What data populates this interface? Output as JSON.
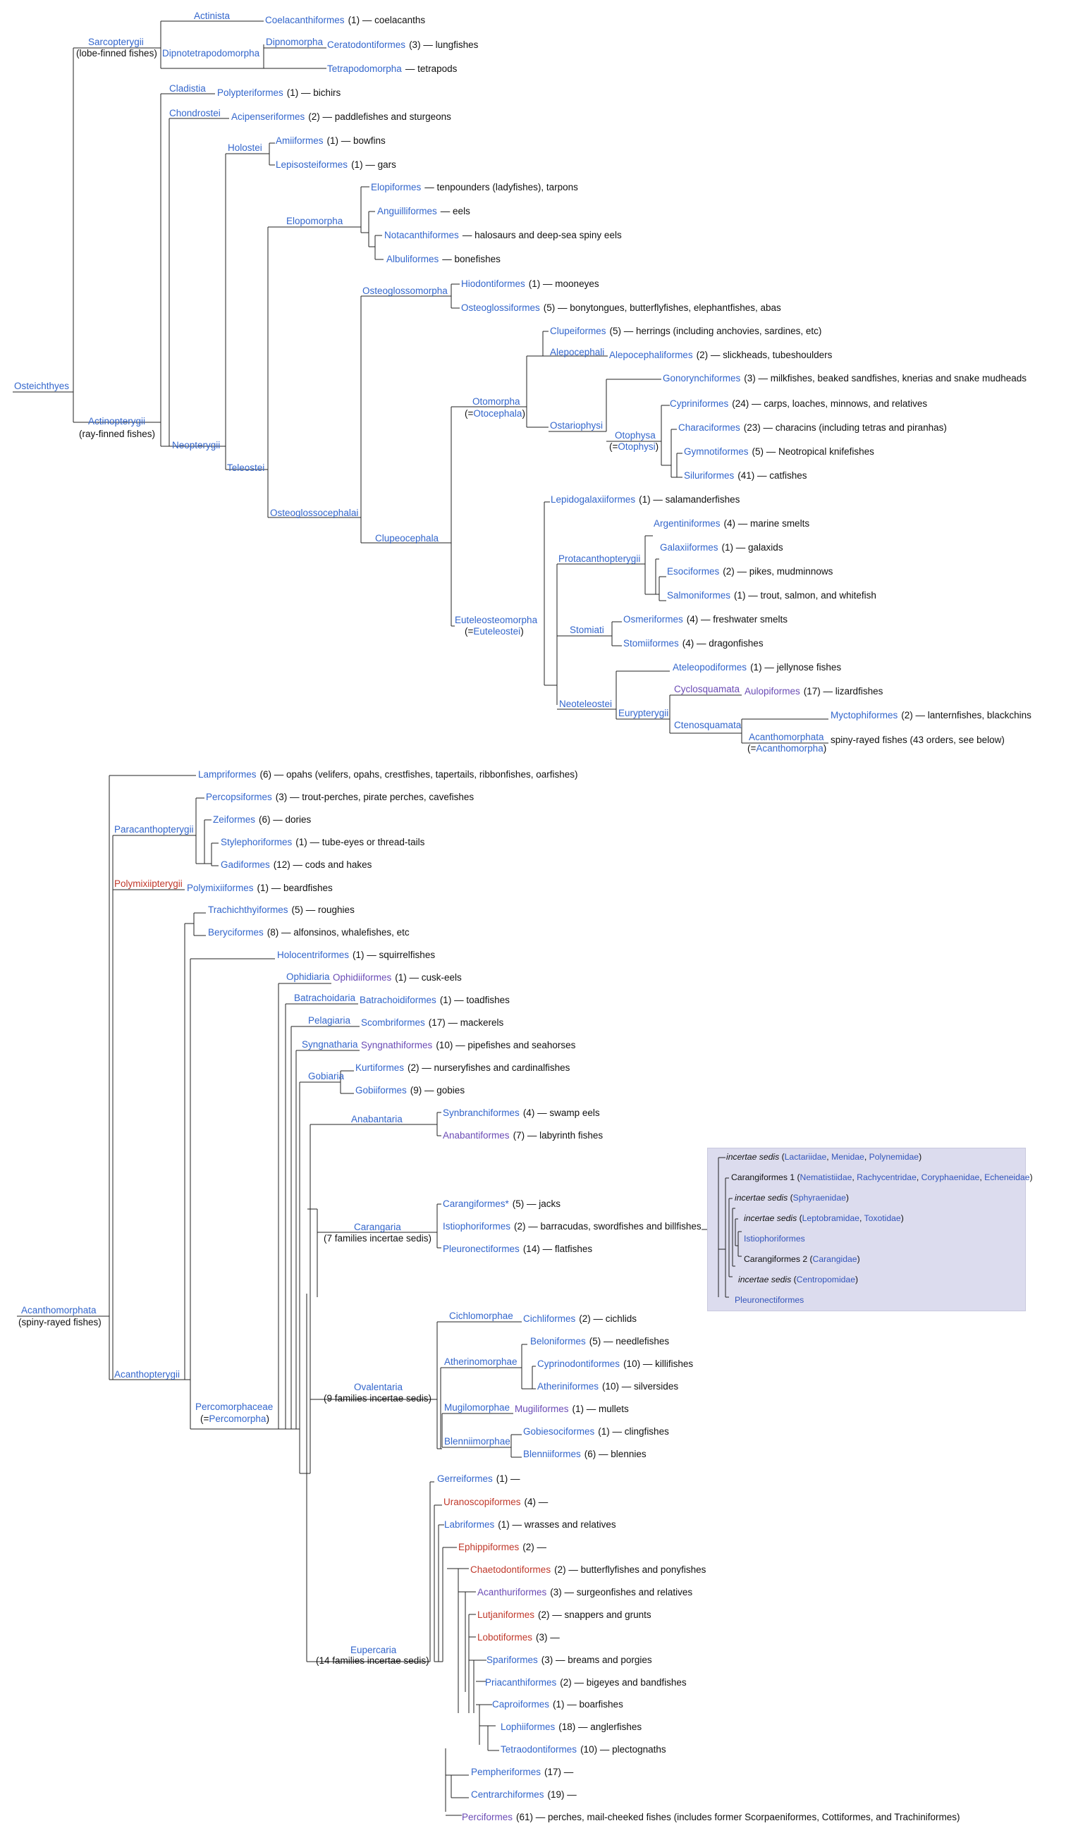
{
  "colors": {
    "line": "#222222",
    "link": "#3366cc",
    "link_purple": "#6b4bb5",
    "link_red": "#c0392b",
    "text": "#111111",
    "panel_bg": "#dcdcee"
  },
  "top": {
    "root": "Osteichthyes",
    "sarcopterygii": "Sarcopterygii",
    "sarcopterygii_sub": "(lobe-finned fishes)",
    "actinista": "Actinista",
    "coelacanthiformes": "Coelacanthiformes",
    "coelacanthiformes_desc": "(1) — coelacanths",
    "dipnotetrapodomorpha": "Dipnotetrapodomorpha",
    "dipnomorpha": "Dipnomorpha",
    "ceratodontiformes": "Ceratodontiformes",
    "ceratodontiformes_desc": "(3) — lungfishes",
    "tetrapodomorpha": "Tetrapodomorpha",
    "tetrapodomorpha_desc": "— tetrapods",
    "actinopterygii": "Actinopterygii",
    "actinopterygii_sub": "(ray-finned fishes)",
    "cladistia": "Cladistia",
    "polypteriformes": "Polypteriformes",
    "polypteriformes_desc": "(1) — bichirs",
    "chondrostei": "Chondrostei",
    "acipenseriformes": "Acipenseriformes",
    "acipenseriformes_desc": "(2) — paddlefishes and sturgeons",
    "neopterygii": "Neopterygii",
    "holostei": "Holostei",
    "amiiformes": "Amiiformes",
    "amiiformes_desc": "(1) — bowfins",
    "lepisosteiformes": "Lepisosteiformes",
    "lepisosteiformes_desc": "(1) — gars",
    "teleostei": "Teleostei",
    "elopomorpha": "Elopomorpha",
    "elopiformes": "Elopiformes",
    "elopiformes_desc": "— tenpounders (ladyfishes), tarpons",
    "anguilliformes": "Anguilliformes",
    "anguilliformes_desc": "— eels",
    "notacanthiformes": "Notacanthiformes",
    "notacanthiformes_desc": "— halosaurs and deep-sea spiny eels",
    "albuliformes": "Albuliformes",
    "albuliformes_desc": "— bonefishes",
    "osteoglossocephalai": "Osteoglossocephalai",
    "osteoglossomorpha": "Osteoglossomorpha",
    "hiodontiformes": "Hiodontiformes",
    "hiodontiformes_desc": "(1) — mooneyes",
    "osteoglossiformes": "Osteoglossiformes",
    "osteoglossiformes_desc": "(5) — bonytongues, butterflyfishes, elephantfishes, abas",
    "clupeocephala": "Clupeocephala",
    "otomorpha": "Otomorpha",
    "otomorpha_syn_pre": "(=",
    "otomorpha_syn": "Otocephala",
    "otomorpha_syn_post": ")",
    "clupeiformes": "Clupeiformes",
    "clupeiformes_desc": "(5) — herrings (including anchovies, sardines, etc)",
    "alepocephali": "Alepocephali",
    "alepocephaliformes": "Alepocephaliformes",
    "alepocephaliformes_desc": "(2) — slickheads, tubeshoulders",
    "ostariophysi": "Ostariophysi",
    "gonorynchiformes": "Gonorynchiformes",
    "gonorynchiformes_desc": "(3) — milkfishes, beaked sandfishes, knerias and snake mudheads",
    "otophysa": "Otophysa",
    "otophysa_syn_pre": "(=",
    "otophysa_syn": "Otophysi",
    "otophysa_syn_post": ")",
    "cypriniformes": "Cypriniformes",
    "cypriniformes_desc": "(24) — carps, loaches, minnows, and relatives",
    "characiformes": "Characiformes",
    "characiformes_desc": "(23) — characins (including tetras and piranhas)",
    "gymnotiformes": "Gymnotiformes",
    "gymnotiformes_desc": "(5) — Neotropical knifefishes",
    "siluriformes": "Siluriformes",
    "siluriformes_desc": "(41) — catfishes",
    "euteleosteomorpha": "Euteleosteomorpha",
    "euteleosteomorpha_syn_pre": "(=",
    "euteleosteomorpha_syn": "Euteleostei",
    "euteleosteomorpha_syn_post": ")",
    "lepidogalaxiiformes": "Lepidogalaxiiformes",
    "lepidogalaxiiformes_desc": "(1) — salamanderfishes",
    "protacanthopterygii": "Protacanthopterygii",
    "argentiniformes": "Argentiniformes",
    "argentiniformes_desc": "(4) — marine smelts",
    "galaxiiformes": "Galaxiiformes",
    "galaxiiformes_desc": "(1) — galaxids",
    "esociformes": "Esociformes",
    "esociformes_desc": "(2) — pikes, mudminnows",
    "salmoniformes": "Salmoniformes",
    "salmoniformes_desc": "(1) — trout, salmon, and whitefish",
    "stomiati": "Stomiati",
    "osmeriformes": "Osmeriformes",
    "osmeriformes_desc": "(4) — freshwater smelts",
    "stomiiformes": "Stomiiformes",
    "stomiiformes_desc": "(4) — dragonfishes",
    "neoteleostei": "Neoteleostei",
    "ateleopodiformes": "Ateleopodiformes",
    "ateleopodiformes_desc": "(1) — jellynose fishes",
    "eurypterygii": "Eurypterygii",
    "cyclosquamata": "Cyclosquamata",
    "aulopiformes": "Aulopiformes",
    "aulopiformes_desc": "(17) — lizardfishes",
    "ctenosquamata": "Ctenosquamata",
    "myctophiformes": "Myctophiformes",
    "myctophiformes_desc": "(2) — lanternfishes, blackchins",
    "acanthomorphata": "Acanthomorphata",
    "acanthomorphata_syn_pre": "(=",
    "acanthomorphata_syn": "Acanthomorpha",
    "acanthomorphata_syn_post": ")",
    "acanthomorphata_desc": "spiny-rayed fishes (43 orders, see below)"
  },
  "bottom": {
    "root": "Acanthomorphata",
    "root_sub": "(spiny-rayed fishes)",
    "lampriformes": "Lampriformes",
    "lampriformes_desc": "(6) — opahs (velifers, opahs, crestfishes, tapertails, ribbonfishes, oarfishes)",
    "paracanthopterygii": "Paracanthopterygii",
    "percopsiformes": "Percopsiformes",
    "percopsiformes_desc": "(3) — trout-perches, pirate perches, cavefishes",
    "zeiformes": "Zeiformes",
    "zeiformes_desc": "(6) — dories",
    "stylephoriformes": "Stylephoriformes",
    "stylephoriformes_desc": "(1) — tube-eyes or thread-tails",
    "gadiformes": "Gadiformes",
    "gadiformes_desc": "(12) — cods and hakes",
    "polymixiipterygii": "Polymixiipterygii",
    "polymixiiformes": "Polymixiiformes",
    "polymixiiformes_desc": "(1) — beardfishes",
    "acanthopterygii": "Acanthopterygii",
    "trachichthyiformes": "Trachichthyiformes",
    "trachichthyiformes_desc": "(5) — roughies",
    "beryciformes": "Beryciformes",
    "beryciformes_desc": "(8) — alfonsinos, whalefishes, etc",
    "holocentriformes": "Holocentriformes",
    "holocentriformes_desc": "(1) — squirrelfishes",
    "percomorphaceae": "Percomorphaceae",
    "percomorphaceae_syn_pre": "(=",
    "percomorphaceae_syn": "Percomorpha",
    "percomorphaceae_syn_post": ")",
    "ophidiaria": "Ophidiaria",
    "ophidiiformes": "Ophidiiformes",
    "ophidiiformes_desc": "(1) — cusk-eels",
    "batrachoidaria": "Batrachoidaria",
    "batrachoidiformes": "Batrachoidiformes",
    "batrachoidiformes_desc": "(1) — toadfishes",
    "pelagiaria": "Pelagiaria",
    "scombriformes": "Scombriformes",
    "scombriformes_desc": "(17) — mackerels",
    "syngnatharia": "Syngnatharia",
    "syngnathiformes": "Syngnathiformes",
    "syngnathiformes_desc": "(10) — pipefishes and seahorses",
    "gobiaria": "Gobiaria",
    "kurtiformes": "Kurtiformes",
    "kurtiformes_desc": "(2) — nurseryfishes and cardinalfishes",
    "gobiiformes": "Gobiiformes",
    "gobiiformes_desc": "(9) — gobies",
    "anabantaria": "Anabantaria",
    "synbranchiformes": "Synbranchiformes",
    "synbranchiformes_desc": "(4) — swamp eels",
    "anabantiformes": "Anabantiformes",
    "anabantiformes_desc": "(7) — labyrinth fishes",
    "carangaria": "Carangaria",
    "carangaria_sub": "(7 families incertae sedis)",
    "carangiformes": "Carangiformes*",
    "carangiformes_desc": "(5) — jacks",
    "istiophoriformes": "Istiophoriformes",
    "istiophoriformes_desc": "(2) — barracudas, swordfishes and billfishes",
    "pleuronectiformes": "Pleuronectiformes",
    "pleuronectiformes_desc": "(14) — flatfishes",
    "ovalentaria": "Ovalentaria",
    "ovalentaria_sub": "(9 families incertae sedis)",
    "cichlomorphae": "Cichlomorphae",
    "cichliformes": "Cichliformes",
    "cichliformes_desc": "(2) — cichlids",
    "atherinomorphae": "Atherinomorphae",
    "beloniformes": "Beloniformes",
    "beloniformes_desc": "(5) — needlefishes",
    "cyprinodontiformes": "Cyprinodontiformes",
    "cyprinodontiformes_desc": "(10) — killifishes",
    "atheriniformes": "Atheriniformes",
    "atheriniformes_desc": "(10) — silversides",
    "mugilomorphae": "Mugilomorphae",
    "mugiliformes": "Mugiliformes",
    "mugiliformes_desc": "(1) — mullets",
    "blenniimorphae": "Blenniimorphae",
    "gobiesociformes": "Gobiesociformes",
    "gobiesociformes_desc": "(1) — clingfishes",
    "blenniiformes": "Blenniiformes",
    "blenniiformes_desc": "(6) — blennies",
    "eupercaria": "Eupercaria",
    "eupercaria_sub": "(14 families incertae sedis)",
    "gerreiformes": "Gerreiformes",
    "gerreiformes_desc": "(1) —",
    "uranoscopiformes": "Uranoscopiformes",
    "uranoscopiformes_desc": "(4) —",
    "labriformes": "Labriformes",
    "labriformes_desc": "(1) — wrasses and relatives",
    "ephippiformes": "Ephippiformes",
    "ephippiformes_desc": "(2) —",
    "chaetodontiformes": "Chaetodontiformes",
    "chaetodontiformes_desc": "(2) — butterflyfishes and ponyfishes",
    "acanthuriformes": "Acanthuriformes",
    "acanthuriformes_desc": "(3) — surgeonfishes and relatives",
    "lutjaniformes": "Lutjaniformes",
    "lutjaniformes_desc": "(2) — snappers and grunts",
    "lobotiformes": "Lobotiformes",
    "lobotiformes_desc": "(3) —",
    "spariformes": "Spariformes",
    "spariformes_desc": "(3) — breams and porgies",
    "priacanthiformes": "Priacanthiformes",
    "priacanthiformes_desc": "(2) — bigeyes and bandfishes",
    "caproiformes": "Caproiformes",
    "caproiformes_desc": "(1) — boarfishes",
    "lophiiformes": "Lophiiformes",
    "lophiiformes_desc": "(18) — anglerfishes",
    "tetraodontiformes": "Tetraodontiformes",
    "tetraodontiformes_desc": "(10) — plectognaths",
    "pempheriformes": "Pempheriformes",
    "pempheriformes_desc": "(17) —",
    "centrarchiformes": "Centrarchiformes",
    "centrarchiformes_desc": "(19) —",
    "perciformes": "Perciformes",
    "perciformes_desc": "(61) — perches, mail-cheeked fishes (includes former Scorpaeniformes, Cottiformes, and Trachiniformes)"
  },
  "panel": {
    "r1_pre": "incertae sedis",
    "r1_open": " (",
    "r1_a": "Lactariidae",
    "r1_s1": ", ",
    "r1_b": "Menidae",
    "r1_s2": ", ",
    "r1_c": "Polynemidae",
    "r1_close": ")",
    "r2_text": "Carangiformes 1 (",
    "r2_a": "Nematistiidae",
    "r2_s1": ", ",
    "r2_b": "Rachycentridae",
    "r2_s2": ", ",
    "r2_c": "Coryphaenidae",
    "r2_s3": ", ",
    "r2_d": "Echeneidae",
    "r2_close": ")",
    "r3_pre": "incertae sedis",
    "r3_open": " (",
    "r3_a": "Sphyraenidae",
    "r3_close": ")",
    "r4_pre": "incertae sedis",
    "r4_open": " (",
    "r4_a": "Leptobramidae",
    "r4_s1": ", ",
    "r4_b": "Toxotidae",
    "r4_close": ")",
    "r5_a": "Istiophoriformes",
    "r6_text": "Carangiformes 2 (",
    "r6_a": "Carangidae",
    "r6_close": ")",
    "r7_pre": "incertae sedis",
    "r7_open": " (",
    "r7_a": "Centropomidae",
    "r7_close": ")",
    "r8_a": "Pleuronectiformes"
  }
}
